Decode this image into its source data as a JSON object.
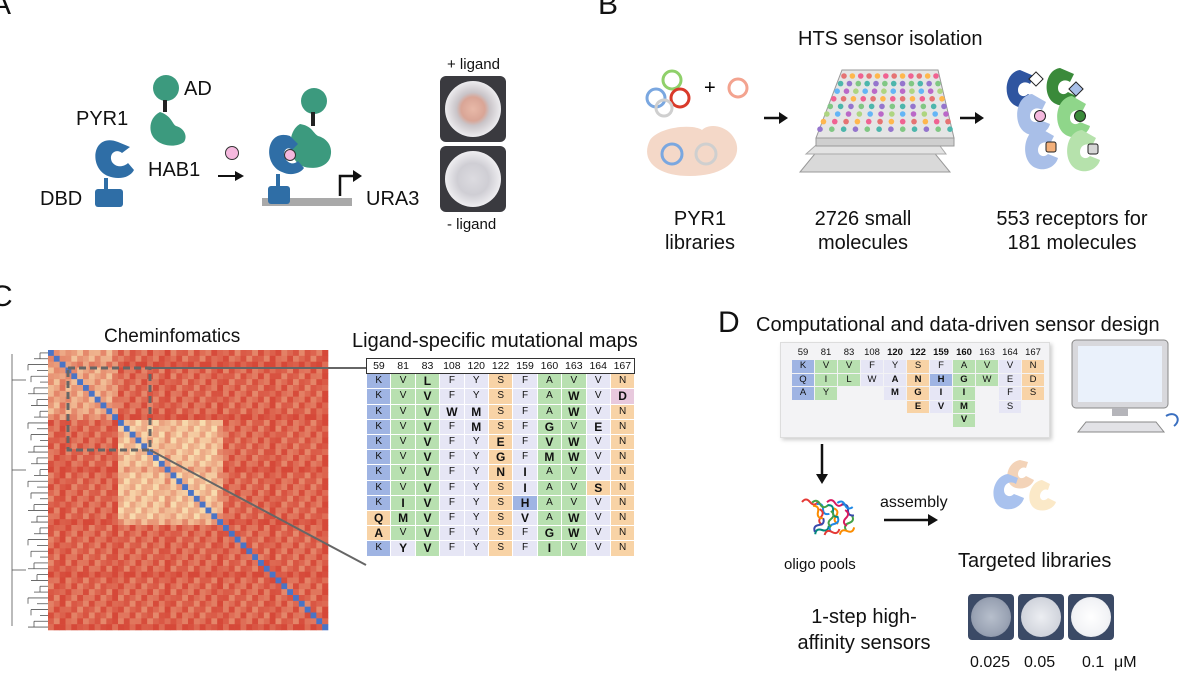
{
  "panel_letters": {
    "a": "A",
    "b": "B",
    "c": "C",
    "d": "D"
  },
  "panel_a": {
    "pyr1": "PYR1",
    "ad": "AD",
    "hab1": "HAB1",
    "dbd": "DBD",
    "ura3": "URA3",
    "plus_ligand": "+ ligand",
    "minus_ligand": "- ligand"
  },
  "panel_b": {
    "title": "HTS sensor isolation",
    "plus": "+",
    "col1": [
      "PYR1",
      "libraries"
    ],
    "col2": [
      "2726 small",
      "molecules"
    ],
    "col3": [
      "553 receptors for",
      "181 molecules"
    ]
  },
  "panel_c": {
    "heatmap_title": "Cheminfomatics",
    "maps_title": "Ligand-specific mutational maps",
    "positions": [
      "59",
      "81",
      "83",
      "108",
      "120",
      "122",
      "159",
      "160",
      "163",
      "164",
      "167"
    ],
    "rows": [
      [
        "K",
        "V",
        "L",
        "F",
        "Y",
        "S",
        "F",
        "A",
        "V",
        "V",
        "N"
      ],
      [
        "K",
        "V",
        "V",
        "F",
        "Y",
        "S",
        "F",
        "A",
        "W",
        "V",
        "D"
      ],
      [
        "K",
        "V",
        "V",
        "W",
        "M",
        "S",
        "F",
        "A",
        "W",
        "V",
        "N"
      ],
      [
        "K",
        "V",
        "V",
        "F",
        "M",
        "S",
        "F",
        "G",
        "V",
        "E",
        "N"
      ],
      [
        "K",
        "V",
        "V",
        "F",
        "Y",
        "E",
        "F",
        "V",
        "W",
        "V",
        "N"
      ],
      [
        "K",
        "V",
        "V",
        "F",
        "Y",
        "G",
        "F",
        "M",
        "W",
        "V",
        "N"
      ],
      [
        "K",
        "V",
        "V",
        "F",
        "Y",
        "N",
        "I",
        "A",
        "V",
        "V",
        "N"
      ],
      [
        "K",
        "V",
        "V",
        "F",
        "Y",
        "S",
        "I",
        "A",
        "V",
        "S",
        "N"
      ],
      [
        "K",
        "I",
        "V",
        "F",
        "Y",
        "S",
        "H",
        "A",
        "V",
        "V",
        "N"
      ],
      [
        "Q",
        "M",
        "V",
        "F",
        "Y",
        "S",
        "V",
        "A",
        "W",
        "V",
        "N"
      ],
      [
        "A",
        "V",
        "V",
        "F",
        "Y",
        "S",
        "F",
        "G",
        "W",
        "V",
        "N"
      ],
      [
        "K",
        "Y",
        "V",
        "F",
        "Y",
        "S",
        "F",
        "I",
        "V",
        "V",
        "N"
      ]
    ]
  },
  "panel_d": {
    "title": "Computational and data-driven sensor design",
    "positions": [
      "59",
      "81",
      "83",
      "108",
      "120",
      "122",
      "159",
      "160",
      "163",
      "164",
      "167"
    ],
    "design_rows": [
      [
        "K",
        "V",
        "V",
        "F",
        "Y",
        "S",
        "F",
        "A",
        "V",
        "V",
        "N"
      ],
      [
        "Q",
        "I",
        "L",
        "W",
        "A",
        "N",
        "H",
        "G",
        "W",
        "E",
        "D"
      ],
      [
        "A",
        "Y",
        "",
        "",
        "M",
        "G",
        "I",
        "I",
        "",
        "F",
        "S"
      ],
      [
        "",
        "",
        "",
        "",
        "",
        "E",
        "V",
        "M",
        "",
        "S",
        ""
      ],
      [
        "",
        "",
        "",
        "",
        "",
        "",
        "",
        "V",
        "",
        "",
        ""
      ]
    ],
    "oligo_pools": "oligo pools",
    "assembly": "assembly",
    "targeted_libraries": "Targeted libraries",
    "high_affinity": [
      "1-step high-",
      "affinity sensors"
    ],
    "concentrations": [
      "0.025",
      "0.05",
      "0.1"
    ],
    "unit": "μM"
  },
  "colors": {
    "pyr1_blue": "#2f6ea6",
    "hab1_green": "#3c9a7e",
    "ligand_pink": "#f5b8de",
    "col_blue": "#9fb4e3",
    "col_green": "#b8e0b0",
    "col_lav": "#e6e6f5",
    "col_orange": "#f8d3a6"
  }
}
